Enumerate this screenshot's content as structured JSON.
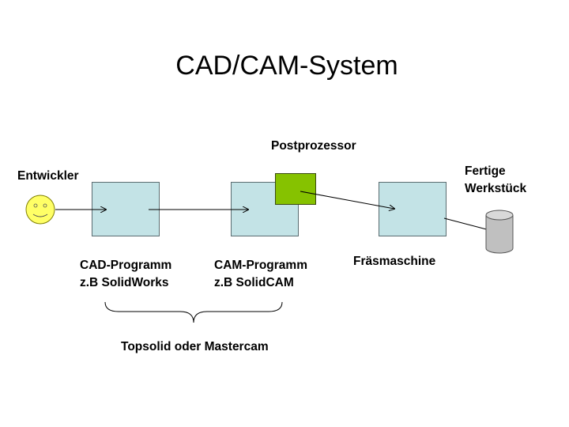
{
  "title": "CAD/CAM-System",
  "labels": {
    "developer": "Entwickler",
    "postprocessor": "Postprozessor",
    "finished_line1": "Fertige",
    "finished_line2": "Werkstück",
    "cad_line1": "CAD-Programm",
    "cad_line2": "z.B SolidWorks",
    "cam_line1": "CAM-Programm",
    "cam_line2": "z.B SolidCAM",
    "mill": "Fräsmaschine",
    "bracket_caption": "Topsolid oder Mastercam"
  },
  "colors": {
    "process_box": "#c3e3e6",
    "postprocessor_box": "#86c200",
    "smiley": "#ffff66",
    "cylinder": "#c0c0c0"
  },
  "icons": {
    "developer": "smiley-face-icon",
    "workpiece": "cylinder-icon"
  }
}
